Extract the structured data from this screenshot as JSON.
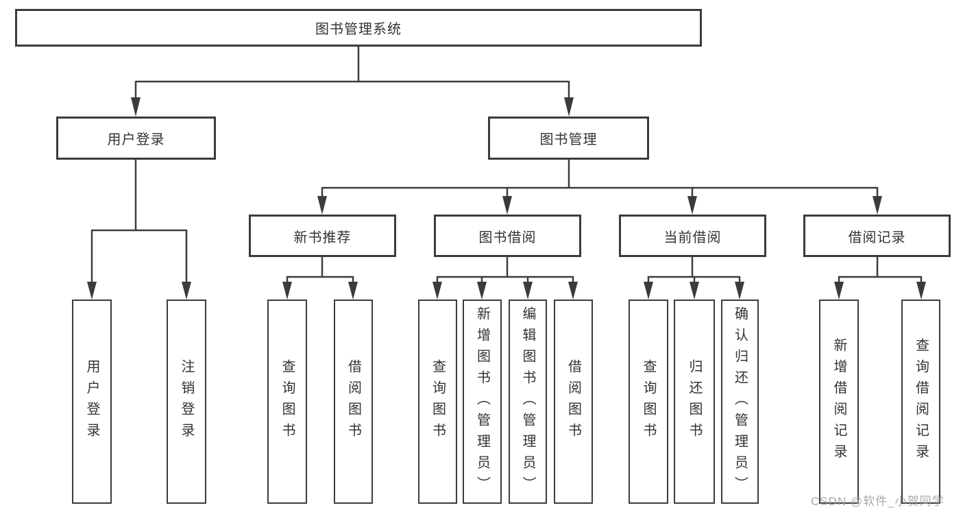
{
  "diagram": {
    "title": "图书管理系统",
    "root": {
      "label": "图书管理系统"
    },
    "level2": [
      {
        "label": "用户登录"
      },
      {
        "label": "图书管理"
      }
    ],
    "level3": [
      {
        "label": "新书推荐"
      },
      {
        "label": "图书借阅"
      },
      {
        "label": "当前借阅"
      },
      {
        "label": "借阅记录"
      }
    ],
    "leaves": [
      {
        "label": "用户登录"
      },
      {
        "label": "注销登录"
      },
      {
        "label": "查询图书"
      },
      {
        "label": "借阅图书"
      },
      {
        "label": "查询图书"
      },
      {
        "label": "新增图书（管理员）"
      },
      {
        "label": "编辑图书（管理员）"
      },
      {
        "label": "借阅图书"
      },
      {
        "label": "查询图书"
      },
      {
        "label": "归还图书"
      },
      {
        "label": "确认归还（管理员）"
      },
      {
        "label": "新增借阅记录"
      },
      {
        "label": "查询借阅记录"
      }
    ]
  },
  "watermark": {
    "text": "CSDN @软件_小贺同学"
  },
  "colors": {
    "line": "#3b3b3b",
    "text": "#333333",
    "watermark": "#9b9b9b",
    "background": "#ffffff"
  }
}
